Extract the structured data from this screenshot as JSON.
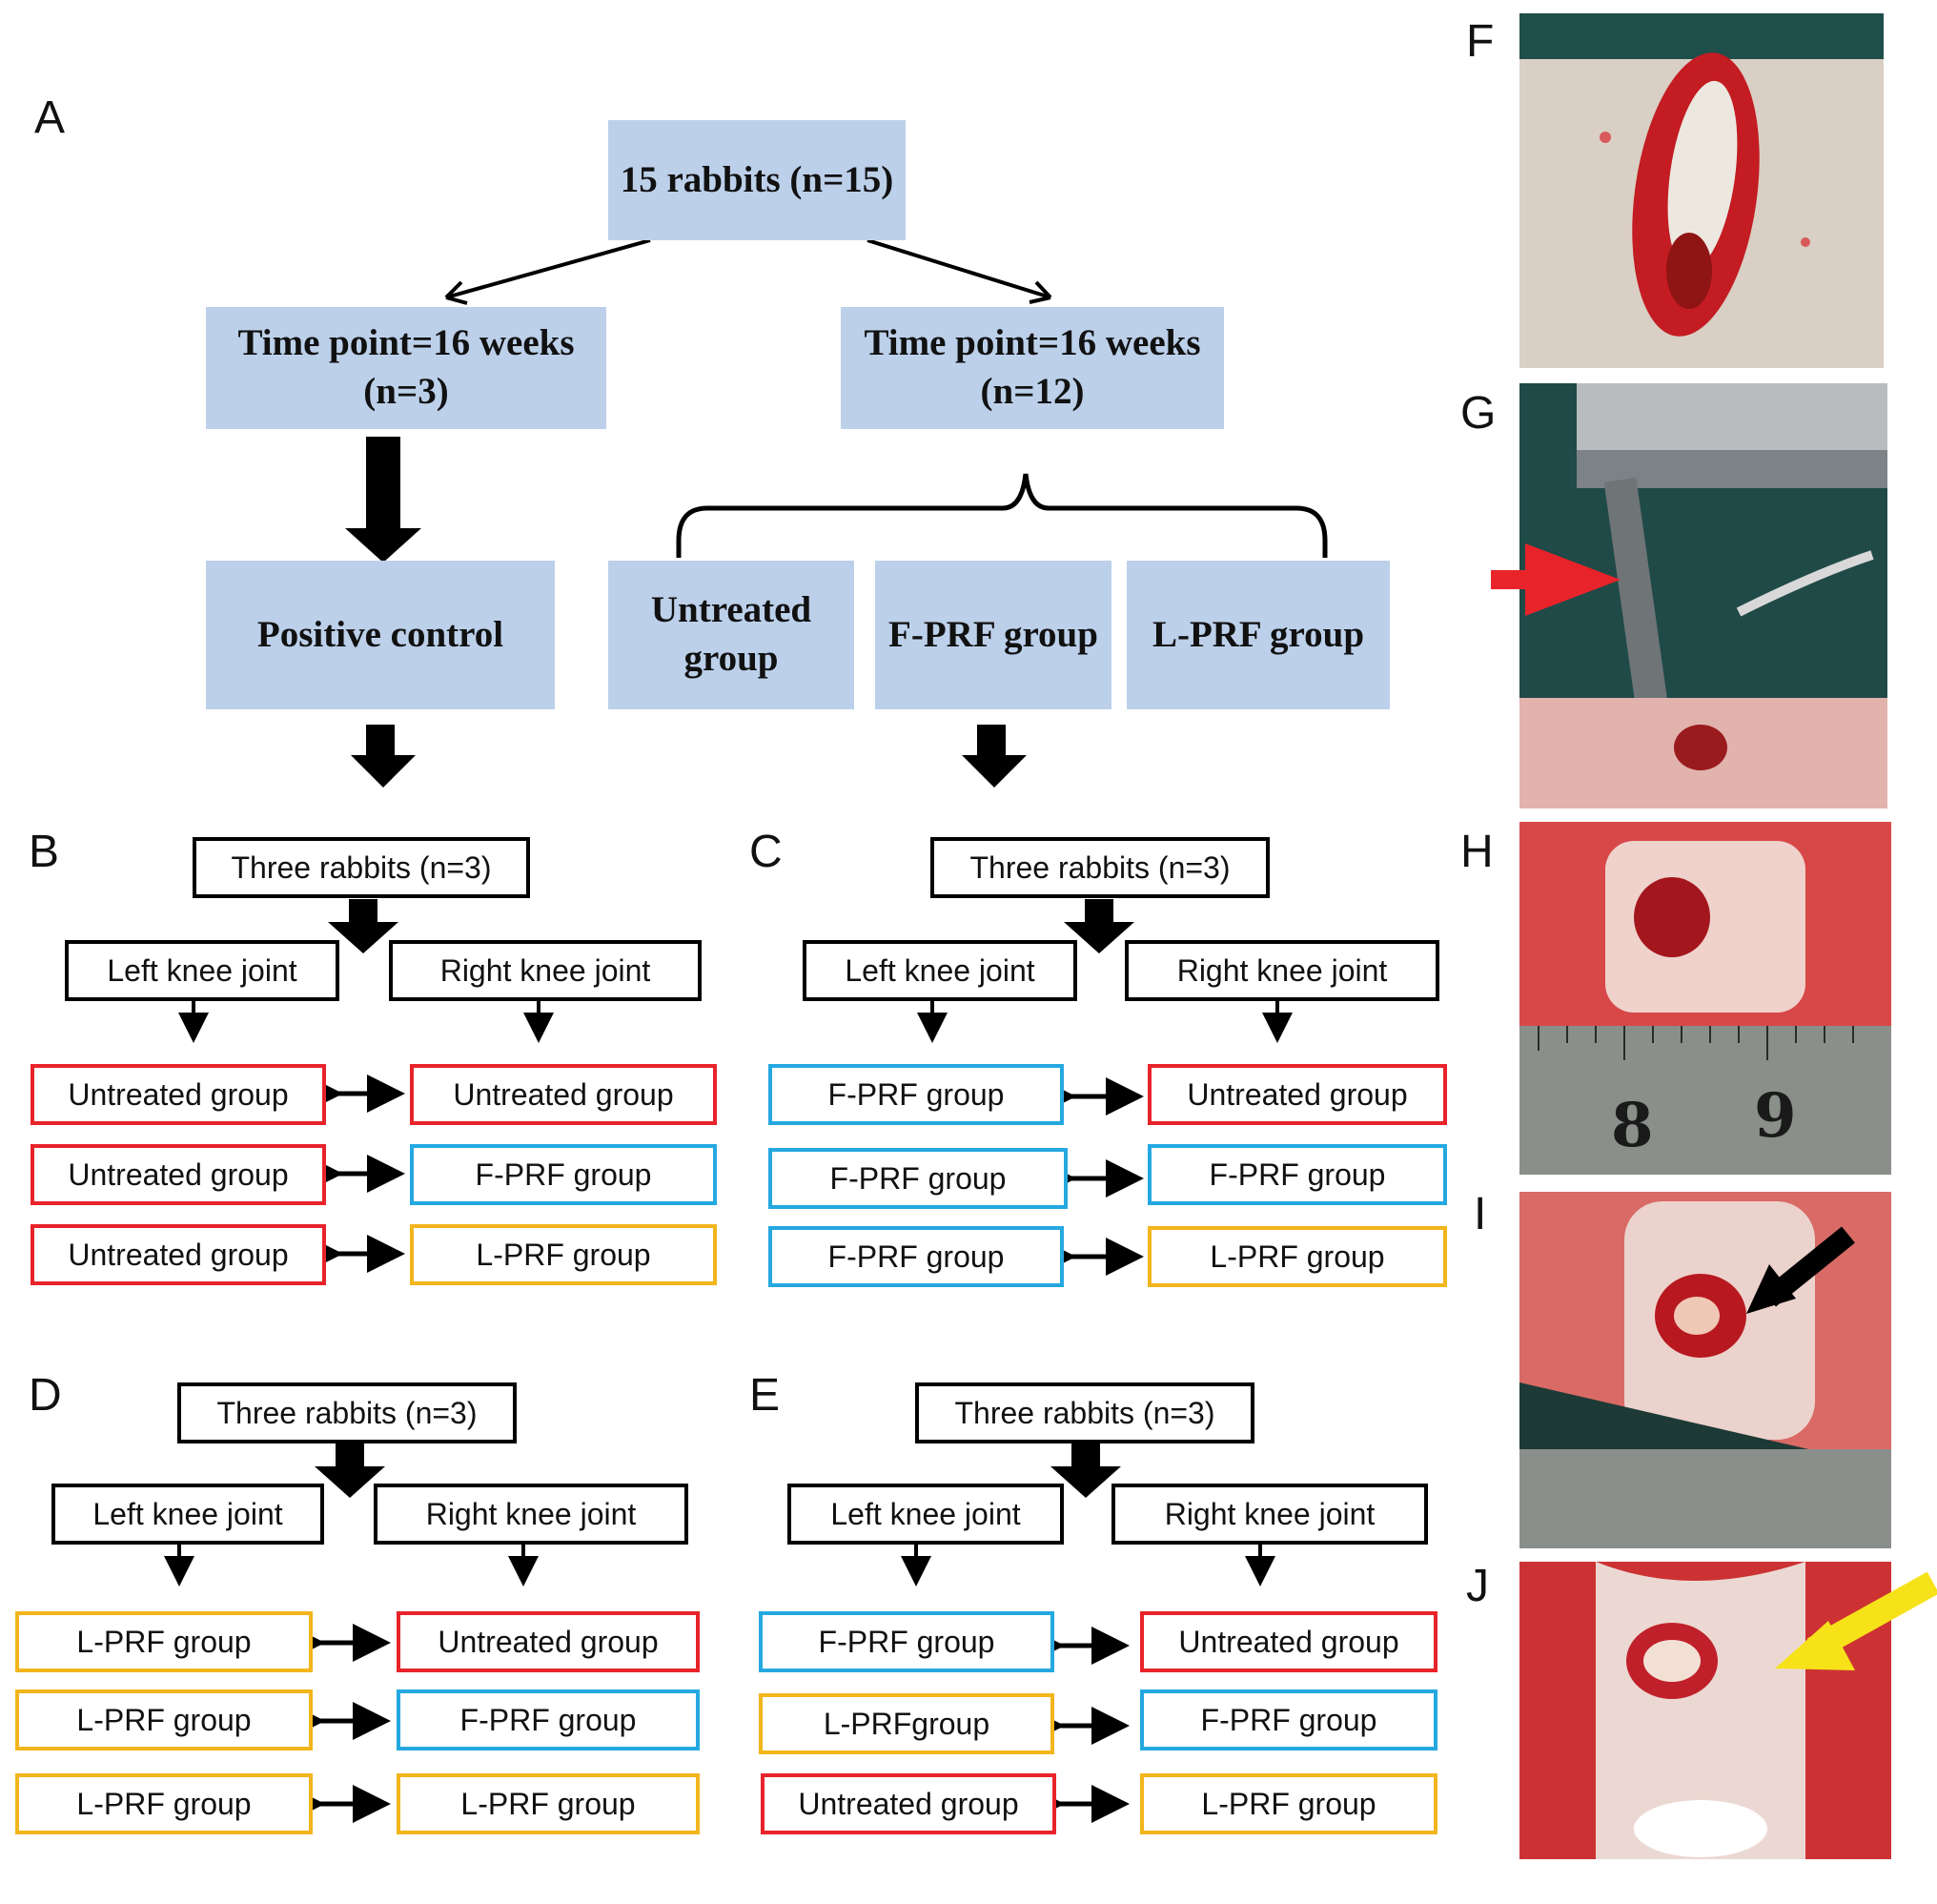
{
  "panel_labels": {
    "A": "A",
    "B": "B",
    "C": "C",
    "D": "D",
    "E": "E",
    "F": "F",
    "G": "G",
    "H": "H",
    "I": "I",
    "J": "J"
  },
  "panel_a": {
    "root": "15 rabbits (n=15)",
    "time_left": "Time point=16 weeks\n(n=3)",
    "time_right": "Time point=16 weeks\n(n=12)",
    "positive_control": "Positive control",
    "untreated": "Untreated\ngroup",
    "fprf": "F-PRF group",
    "lprf": "L-PRF group"
  },
  "panels": {
    "B": {
      "rabbits": "Three rabbits (n=3)",
      "left": "Left knee joint",
      "right": "Right knee joint",
      "rows": [
        [
          "Untreated group",
          "Untreated group"
        ],
        [
          "Untreated group",
          "F-PRF group"
        ],
        [
          "Untreated group",
          "L-PRF group"
        ]
      ]
    },
    "C": {
      "rabbits": "Three rabbits (n=3)",
      "left": "Left knee joint",
      "right": "Right knee joint",
      "rows": [
        [
          "F-PRF group",
          "Untreated group"
        ],
        [
          "F-PRF group",
          "F-PRF group"
        ],
        [
          "F-PRF group",
          "L-PRF group"
        ]
      ]
    },
    "D": {
      "rabbits": "Three rabbits (n=3)",
      "left": "Left knee joint",
      "right": "Right knee joint",
      "rows": [
        [
          "L-PRF group",
          "Untreated group"
        ],
        [
          "L-PRF group",
          "F-PRF group"
        ],
        [
          "L-PRF group",
          "L-PRF group"
        ]
      ]
    },
    "E": {
      "rabbits": "Three rabbits (n=3)",
      "left": "Left knee joint",
      "right": "Right knee joint",
      "rows": [
        [
          "F-PRF group",
          "Untreated group"
        ],
        [
          "L-PRFgroup",
          "F-PRF group"
        ],
        [
          "Untreated group",
          "L-PRF group"
        ]
      ]
    }
  },
  "ruler_numbers": {
    "eight": "8",
    "nine": "9"
  },
  "colors": {
    "untreated": "#e8232a",
    "fprf": "#25a8e0",
    "lprf": "#f2b51c",
    "box_fill": "#bcd0ea",
    "red_arrow": "#e8232a",
    "yellow_arrow": "#f7e21a"
  }
}
